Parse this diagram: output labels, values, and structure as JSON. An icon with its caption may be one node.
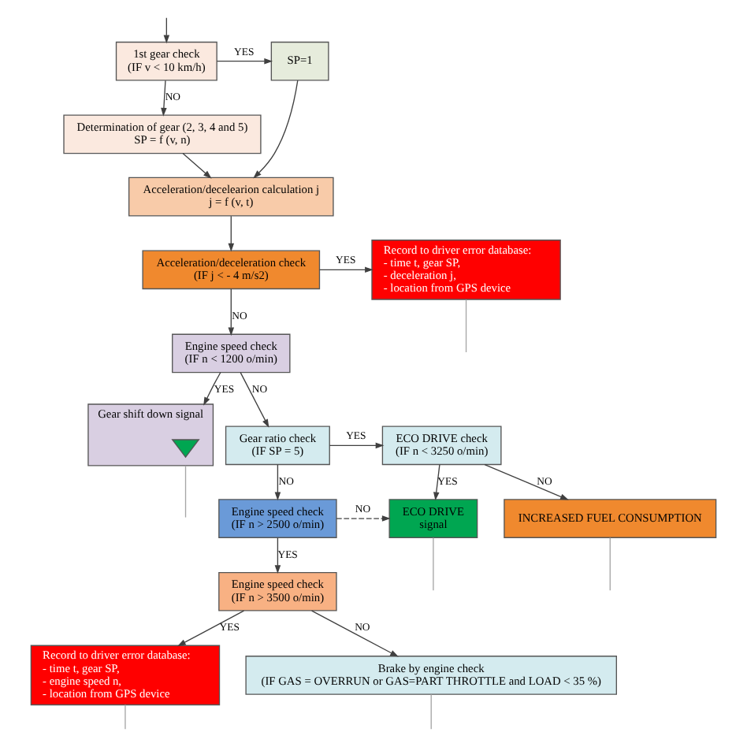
{
  "diagram": {
    "nodes": [
      {
        "text": [
          "1st gear check",
          "(IF v < 10 km/h)"
        ]
      },
      {
        "text": [
          "SP=1"
        ]
      },
      {
        "text": [
          "Determination of gear (2, 3, 4 and 5)",
          "SP = f (v, n)"
        ]
      },
      {
        "text": [
          "Acceleration/decelearion calculation j",
          "j = f (v, t)"
        ]
      },
      {
        "text": [
          "Acceleration/deceleration check",
          "(IF j < - 4 m/s2)"
        ]
      },
      {
        "text": [
          "Record to driver error database:",
          "- time t, gear SP,",
          "- deceleration j,",
          "- location from GPS device"
        ]
      },
      {
        "text": [
          "Engine speed check",
          "(IF n < 1200 o/min)"
        ]
      },
      {
        "text": [
          "Gear shift down signal"
        ]
      },
      {
        "text": [],
        "shape": "triangle",
        "in": 7
      },
      {
        "text": [
          "Gear ratio check",
          "(IF SP = 5)"
        ]
      },
      {
        "text": [
          "ECO DRIVE check",
          "(IF n < 3250 o/min)"
        ]
      },
      {
        "text": [
          "Engine speed check",
          "(IF n > 2500 o/min)"
        ]
      },
      {
        "text": [
          "ECO DRIVE",
          "signal"
        ]
      },
      {
        "text": [
          "INCREASED FUEL CONSUMPTION"
        ]
      },
      {
        "text": [
          "Engine speed check",
          "(IF n > 3500 o/min)"
        ]
      },
      {
        "text": [
          "Record to driver error database:",
          "- time t, gear SP,",
          "- engine speed n,",
          "- location from GPS device"
        ]
      },
      {
        "text": [
          "Brake by engine check",
          "(IF GAS = OVERRUN or GAS=PART THROTTLE and LOAD < 35 %)"
        ]
      }
    ],
    "edges": [
      {
        "from": null,
        "to": 0,
        "arrow": "to"
      },
      {
        "from": 0,
        "to": 1,
        "arrow": "to",
        "label": "YES"
      },
      {
        "from": 0,
        "to": 2,
        "arrow": "to",
        "label": "NO"
      },
      {
        "from": 2,
        "to": 3,
        "arrow": "to"
      },
      {
        "from": 1,
        "to": 3,
        "arrow": "to"
      },
      {
        "from": 3,
        "to": 4,
        "arrow": "to"
      },
      {
        "from": 4,
        "to": 5,
        "arrow": "to",
        "label": "YES"
      },
      {
        "from": 4,
        "to": 6,
        "arrow": "to",
        "label": "NO"
      },
      {
        "from": 5,
        "to": null,
        "arrow": "none",
        "color": "#a6a6a6"
      },
      {
        "from": 6,
        "to": 7,
        "arrow": "to",
        "label": "YES"
      },
      {
        "from": 6,
        "to": 9,
        "arrow": "to",
        "label": "NO"
      },
      {
        "from": 7,
        "to": null,
        "arrow": "none",
        "color": "#a6a6a6"
      },
      {
        "from": 9,
        "to": 10,
        "arrow": "to",
        "label": "YES"
      },
      {
        "from": 9,
        "to": 11,
        "arrow": "to",
        "label": "NO"
      },
      {
        "from": 10,
        "to": 12,
        "arrow": "to",
        "label": "YES"
      },
      {
        "from": 10,
        "to": 13,
        "arrow": "to",
        "label": "NO"
      },
      {
        "from": 11,
        "to": 12,
        "arrow": "to",
        "label": "NO",
        "style": "dashed"
      },
      {
        "from": 11,
        "to": 14,
        "arrow": "to",
        "label": "YES"
      },
      {
        "from": 12,
        "to": null,
        "arrow": "none",
        "color": "#a6a6a6"
      },
      {
        "from": 13,
        "to": null,
        "arrow": "none",
        "color": "#a6a6a6"
      },
      {
        "from": 14,
        "to": 15,
        "arrow": "to",
        "label": "YES"
      },
      {
        "from": 14,
        "to": 16,
        "arrow": "to",
        "label": "NO"
      },
      {
        "from": 15,
        "to": null,
        "arrow": "none",
        "color": "#a6a6a6"
      },
      {
        "from": 16,
        "to": null,
        "arrow": "none",
        "color": "#a6a6a6"
      }
    ]
  }
}
